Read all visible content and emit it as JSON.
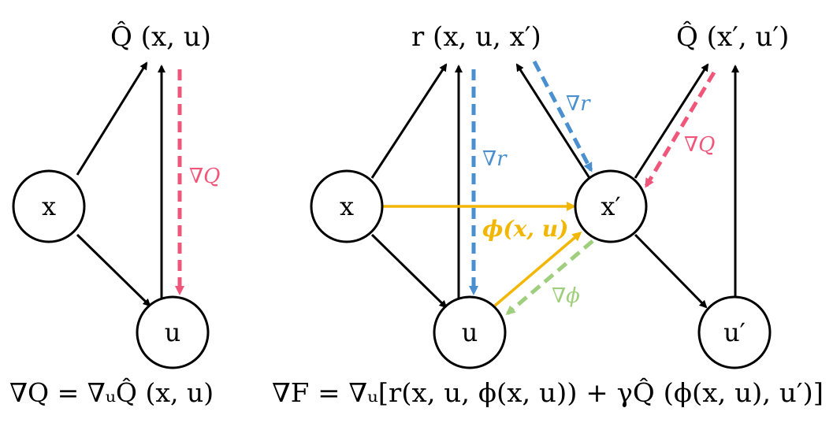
{
  "colors": {
    "black": "#000000",
    "pink": "#f0567a",
    "blue": "#4a90d0",
    "yellow": "#f2b705",
    "green": "#9fcf7d"
  },
  "nodes": {
    "x_left": "x",
    "u_left": "u",
    "x_right": "x",
    "x_prime": "x′",
    "u_right": "u",
    "u_prime": "u′"
  },
  "terms": {
    "q_left": "Q̂ (x, u)",
    "r_term": "r (x, u, x′)",
    "q_right": "Q̂ (x′, u′)"
  },
  "gradients": {
    "grad_q_left": "∇Q",
    "grad_r_vertical": "∇r",
    "grad_r_diagonal": "∇r",
    "grad_q_right": "∇Q",
    "grad_phi": "∇ϕ"
  },
  "transition": {
    "phi_label": "ϕ(x, u)"
  },
  "equations": {
    "left": "∇Q = ∇ᵤQ̂ (x, u)",
    "right": "∇F = ∇ᵤ[r(x, u, ϕ(x, u)) + γQ̂ (ϕ(x, u), u′)]"
  }
}
